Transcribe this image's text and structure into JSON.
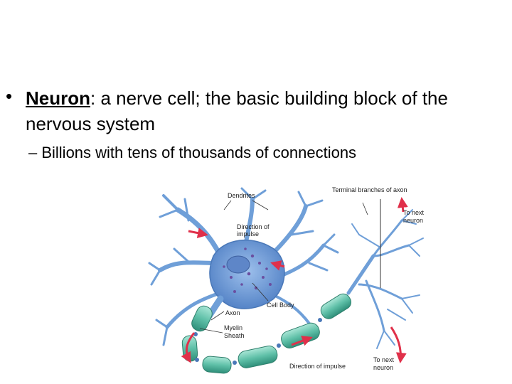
{
  "bullet": {
    "term": "Neuron",
    "definition": ":  a nerve cell; the basic building block of the nervous system"
  },
  "sub_bullet": "– Billions with tens of thousands of connections",
  "diagram": {
    "labels": {
      "dendrites": "Dendrites",
      "terminal_branches": "Terminal branches of axon",
      "to_next_neuron_top_1": "To next",
      "to_next_neuron_top_2": "neuron",
      "direction_of_impulse_1": "Direction of",
      "direction_of_impulse_2": "impulse",
      "cell_body": "Cell Body",
      "axon": "Axon",
      "myelin_sheath_1": "Myelin",
      "myelin_sheath_2": "Sheath",
      "direction_of_impulse_bottom": "Direction of impulse",
      "to_next_neuron_bottom_1": "To next",
      "to_next_neuron_bottom_2": "neuron"
    },
    "colors": {
      "neuron_blue": "#6f9fd8",
      "nucleus_dots": "#6a4fa0",
      "myelin_green": "#6fc9b4",
      "arrow_red": "#e0304a"
    }
  }
}
